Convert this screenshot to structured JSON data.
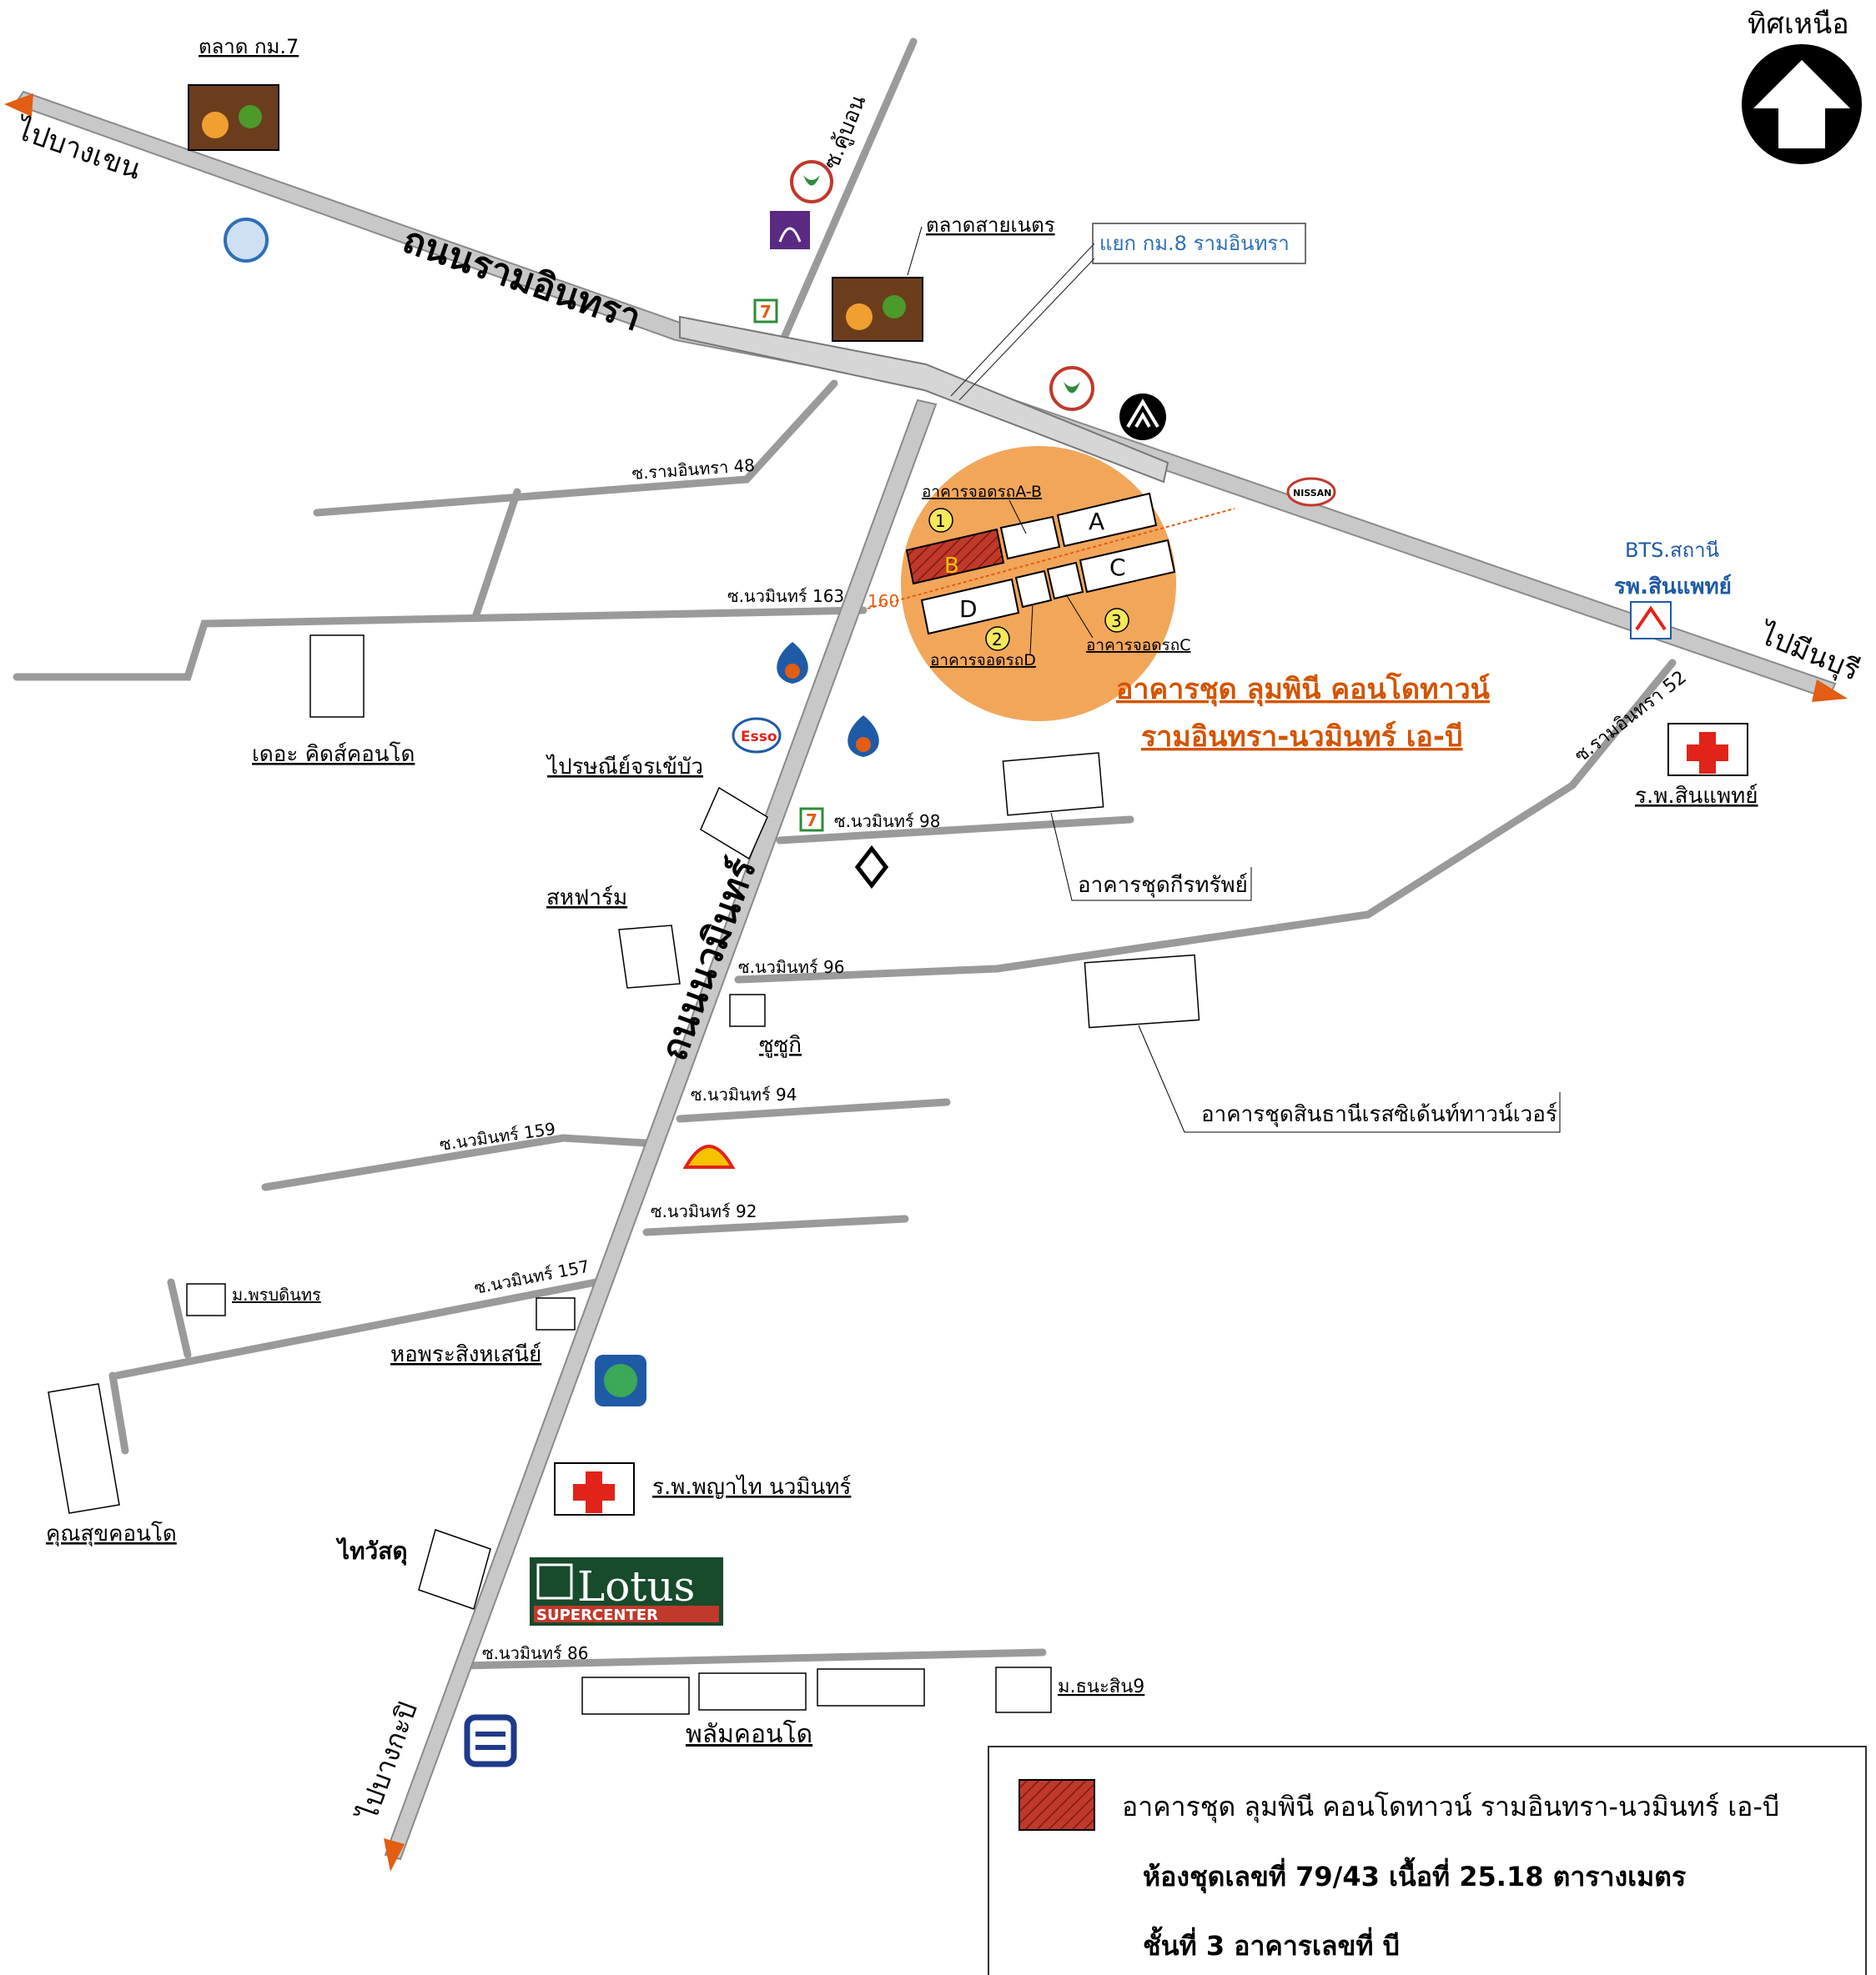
{
  "north_label": "ทิศเหนือ",
  "roads": {
    "ramintra": "ถนนรามอินทรา",
    "nawamin": "ถนนนวมินทร์",
    "to_bangkhen": "ไปบางเขน",
    "to_minburi": "ไปมีนบุรี",
    "to_bangkapi": "ไปบางกะปิ",
    "junction": "แยก กม.8 รามอินทรา",
    "soi_khubon": "ซ.คู้บอน",
    "soi_ramintra48": "ซ.รามอินทรา 48",
    "soi_nawamin163": "ซ.นวมินทร์ 163",
    "soi_nawamin98": "ซ.นวมินทร์ 98",
    "soi_nawamin96": "ซ.นวมินทร์ 96",
    "soi_nawamin94": "ซ.นวมินทร์ 94",
    "soi_nawamin159": "ซ.นวมินทร์ 159",
    "soi_nawamin92": "ซ.นวมินทร์ 92",
    "soi_nawamin157": "ซ.นวมินทร์ 157",
    "soi_nawamin86": "ซ.นวมินทร์ 86",
    "soi_ramintra52": "ซ.รามอินทรา 52"
  },
  "landmarks": {
    "market_km7": "ตลาด กม.7",
    "market_saineth": "ตลาดสายเนตร",
    "bts_station_1": "BTS.สถานี",
    "bts_station_2": "รพ.สินแพทย์",
    "hospital_sinphaet": "ร.พ.สินแพทย์",
    "the_kids_condo": "เดอะ คิดส์คอนโด",
    "post_office": "ไปรษณีย์จรเข้บัว",
    "sahafarm": "สหฟาร์ม",
    "suzuki": "ซูซูกิ",
    "kiratsap": "อาคารชุดกีรทรัพย์",
    "sinthani": "อาคารชุดสินธานีเรสซิเด้นท์ทาวน์เวอร์",
    "phonbodin": "ม.พรบดินทร",
    "hophrasing": "หอพระสิงหเสนีย์",
    "phyathai": "ร.พ.พญาไท นวมินทร์",
    "khunsuk": "คุณสุขคอนโด",
    "thaiwatsadu": "ไทวัสดุ",
    "lotus": "Lotus",
    "lotus_sub": "SUPERCENTER",
    "thanasin": "ม.ธนะสิน9",
    "plum": "พลัมคอนโด",
    "seven_eleven": "7",
    "esso": "Esso",
    "nissan": "NISSAN"
  },
  "project": {
    "title_1": "อาคารชุด ลุมพินี คอนโดทาวน์",
    "title_2": "รามอินทรา-นวมินทร์ เอ-บี",
    "bld_a": "A",
    "bld_b": "B",
    "bld_c": "C",
    "bld_d": "D",
    "park_ab": "อาคารจอดรถA-B",
    "park_c": "อาคารจอดรถC",
    "park_d": "อาคารจอดรถD",
    "num_1": "1",
    "num_2": "2",
    "num_3": "3",
    "dist": "160"
  },
  "legend": {
    "name": "อาคารชุด ลุมพินี คอนโดทาวน์ รามอินทรา-นวมินทร์ เอ-บี",
    "unit": "ห้องชุดเลขที่ 79/43 เนื้อที่ 25.18 ตารางเมตร",
    "floor": "ชั้นที่ 3 อาคารเลขที่ บี"
  },
  "colors": {
    "road": "#c8c8c8",
    "road_edge": "#8a8a8a",
    "project_circle": "#f2a65a",
    "highlight": "#c0392b",
    "accent_text": "#d35400",
    "hospital_red": "#e2231a",
    "kbank_green": "#2e8b3a",
    "ptt_blue": "#1f5aa6",
    "shell_yellow": "#f6c300"
  }
}
